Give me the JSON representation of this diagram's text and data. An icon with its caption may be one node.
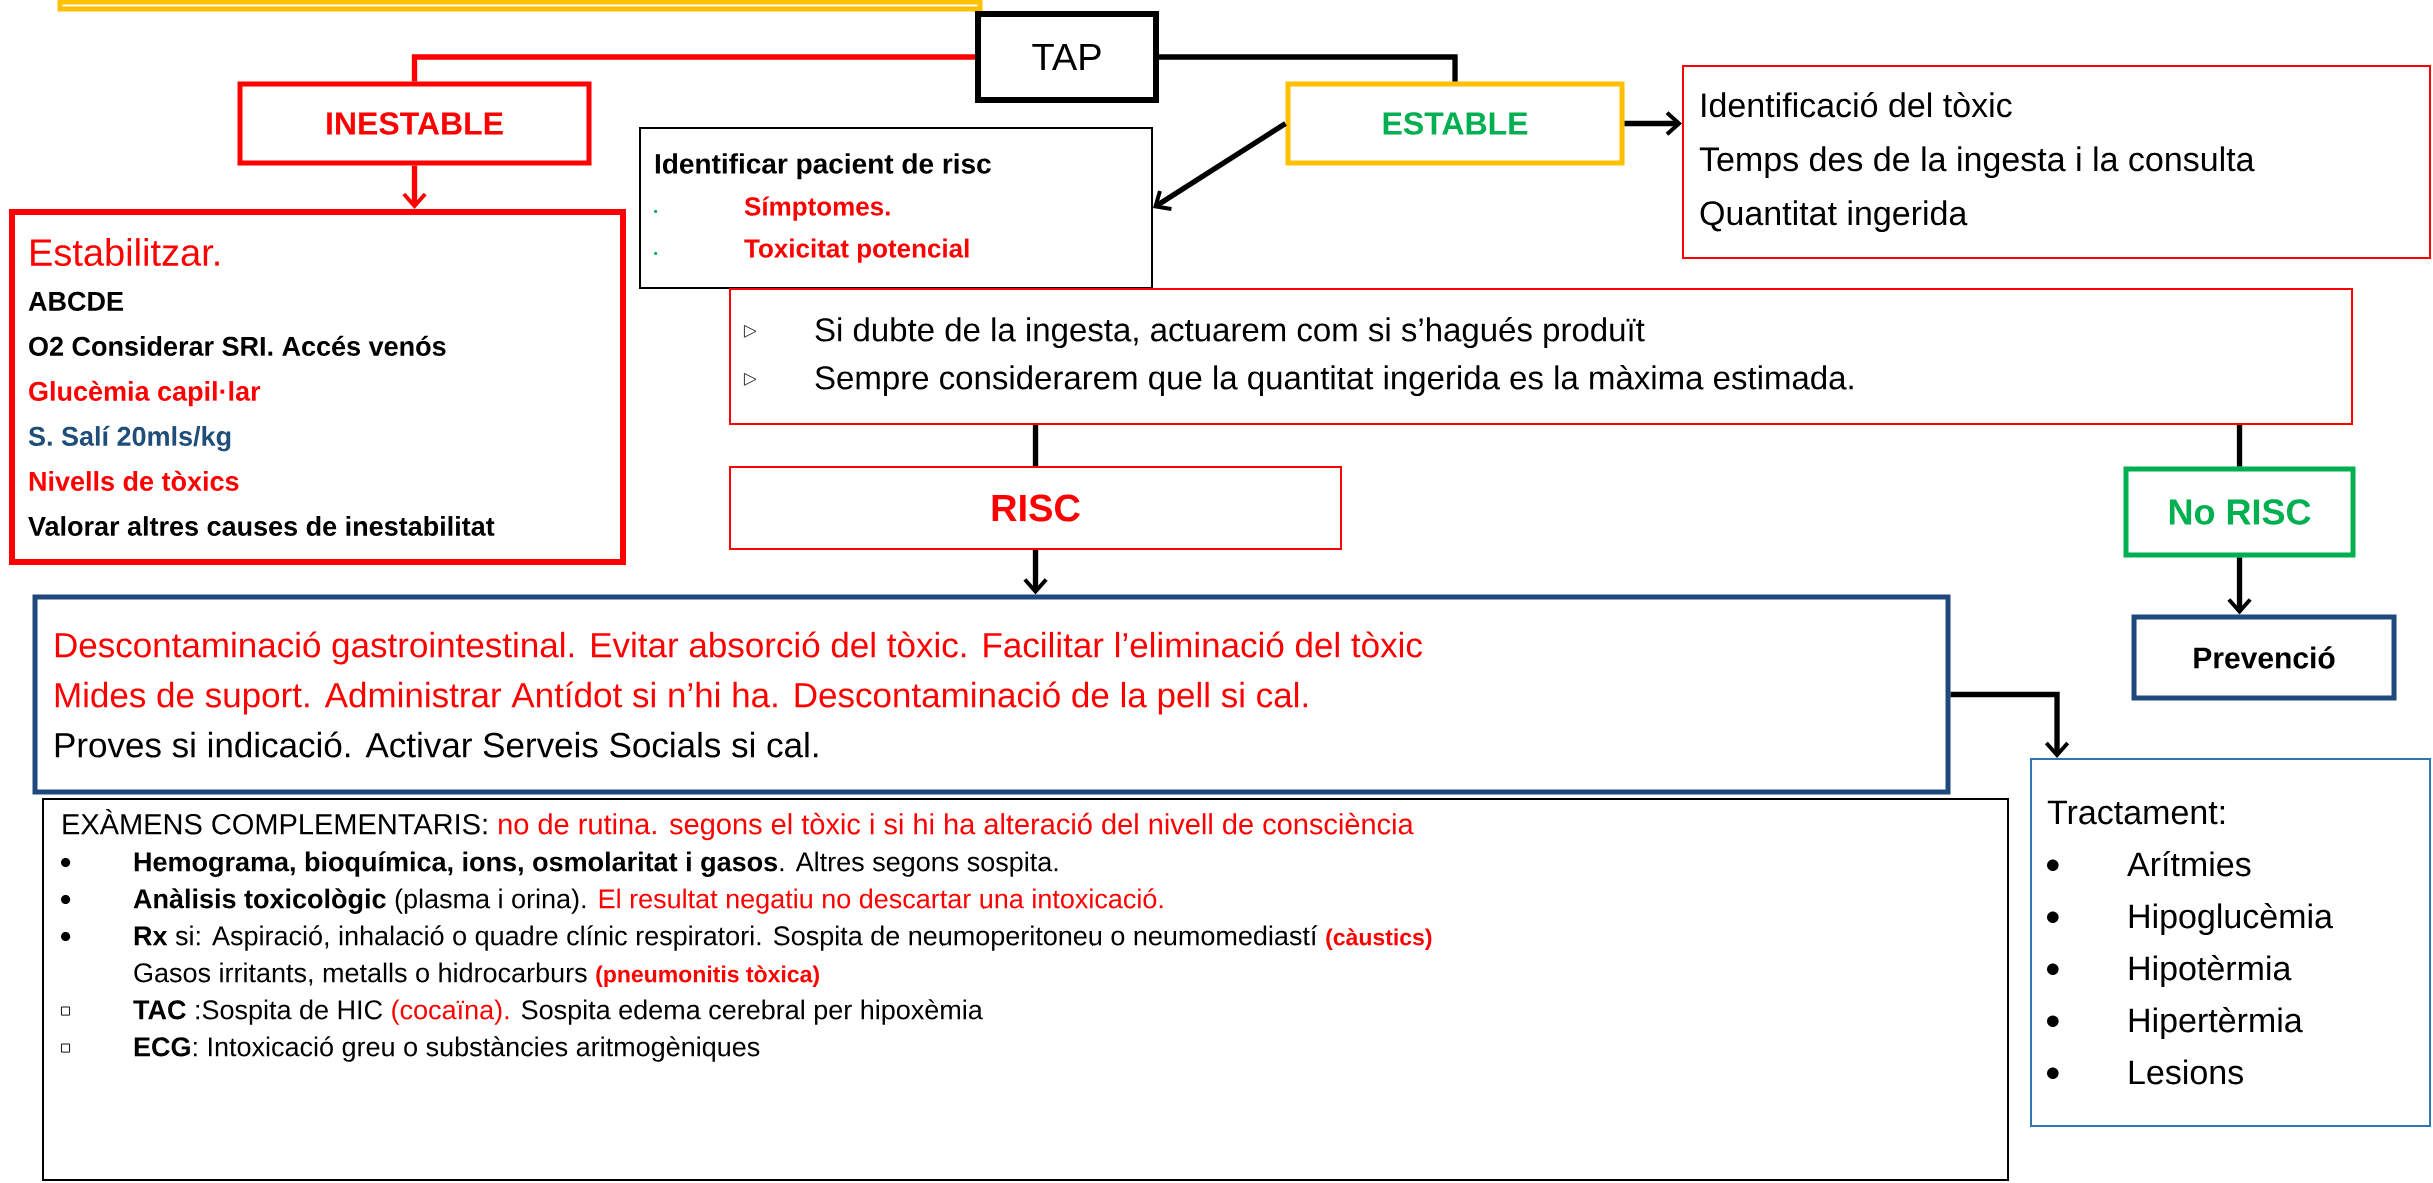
{
  "diagram": {
    "nodes": [
      {
        "text": [],
        "shape": "box"
      },
      {
        "text": [
          "TAP"
        ]
      },
      {
        "text": [
          "INESTABLE"
        ]
      },
      {
        "text": [
          "ESTABLE"
        ]
      },
      {
        "text": [
          "Identificació del tòxic",
          "Temps des de la ingesta i la consulta",
          "Quantitat ingerida"
        ]
      },
      {
        "text": [
          "Identificar pacient de risc",
          "Símptomes.",
          "Toxicitat potencial"
        ]
      },
      {
        "text": [
          "Estabilitzar.",
          "ABCDE",
          "O2 Considerar SRI. Accés venós",
          "Glucèmia capil·lar",
          "S. Salí 20mls/kg",
          "Nivells de tòxics",
          "Valorar altres causes de inestabilitat"
        ]
      },
      {
        "text": [
          "Si dubte de la ingesta, actuarem com si s’hagués produït",
          "Sempre considerarem que la quantitat ingerida es la màxima estimada."
        ]
      },
      {
        "text": [
          "RISC"
        ]
      },
      {
        "text": [
          "No RISC"
        ]
      },
      {
        "text": [
          "Descontaminació gastrointestinal. Evitar absorció del tòxic. Facilitar l’eliminació del tòxic",
          "Mides de suport. Administrar Antídot si n’hi ha. Descontaminació de la pell si cal.",
          "Proves si indicació. Activar Serveis Socials si cal."
        ]
      },
      {
        "text": [
          "Prevenció"
        ]
      },
      {
        "text": [
          "Tractament:",
          "Arítmies",
          "Hipoglucèmia",
          "Hipotèrmia",
          "Hipertèrmia",
          "Lesions"
        ]
      },
      {
        "text": [
          "EXÀMENS COMPLEMENTARIS:",
          "no de rutina. segons el tòxic i si hi ha alteració del nivell de consciència",
          "**Hemograma, bioquímica, ions, osmolaritat i gasos**. Altres segons sospita.",
          "**Anàlisis toxicològic** (plasma i orina).",
          "El resultat negatiu no descartar una intoxicació.",
          "**Rx** si: Aspiració, inhalació o quadre clínic respiratori. Sospita de neumoperitoneu o neumomediastí",
          "(càustics)",
          "Gasos irritants, metalls o hidrocarburs",
          "(pneumonitis tòxica)",
          "**TAC** :Sospita de HIC",
          "(cocaïna).",
          "Sospita edema cerebral per hipoxèmia",
          "**ECG**: Intoxicació greu o substàncies aritmogèniques"
        ]
      }
    ],
    "edges": [
      {
        "from": 1,
        "to": 2,
        "arrow": "none",
        "color": "#ff0000"
      },
      {
        "from": 1,
        "to": 3,
        "arrow": "none"
      },
      {
        "from": 3,
        "to": 4,
        "arrow": "to"
      },
      {
        "from": 3,
        "to": 5,
        "arrow": "to"
      },
      {
        "from": 2,
        "to": 6,
        "arrow": "to",
        "color": "#ff0000"
      },
      {
        "from": 7,
        "to": 8,
        "arrow": "none"
      },
      {
        "from": 7,
        "to": 9,
        "arrow": "none"
      },
      {
        "from": 8,
        "to": 10,
        "arrow": "to"
      },
      {
        "from": 9,
        "to": 11,
        "arrow": "to"
      },
      {
        "from": 10,
        "to": 12,
        "arrow": "to"
      }
    ]
  }
}
